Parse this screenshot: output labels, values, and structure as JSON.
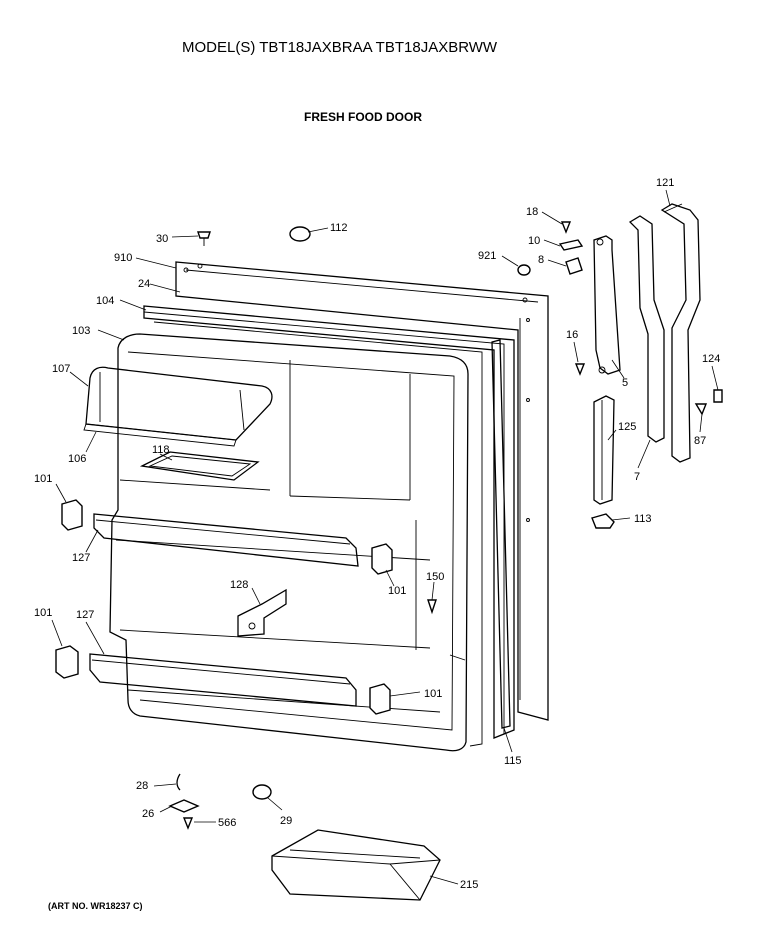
{
  "title": "MODEL(S) TBT18JAXBRAA  TBT18JAXBRWW",
  "subtitle": "FRESH FOOD DOOR",
  "art_no": "(ART NO. WR18237 C)",
  "labels": {
    "l30": "30",
    "l112": "112",
    "l910": "910",
    "l24": "24",
    "l104": "104",
    "l103": "103",
    "l107": "107",
    "l106": "106",
    "l118": "118",
    "l101a": "101",
    "l127a": "127",
    "l101b": "101",
    "l128": "128",
    "l150": "150",
    "l101c": "101",
    "l127b": "127",
    "l101d": "101",
    "l115": "115",
    "l18": "18",
    "l10": "10",
    "l921": "921",
    "l8": "8",
    "l16": "16",
    "l5": "5",
    "l121": "121",
    "l124": "124",
    "l87": "87",
    "l125": "125",
    "l7": "7",
    "l113": "113",
    "l28": "28",
    "l26": "26",
    "l566": "566",
    "l29": "29",
    "l215": "215"
  }
}
